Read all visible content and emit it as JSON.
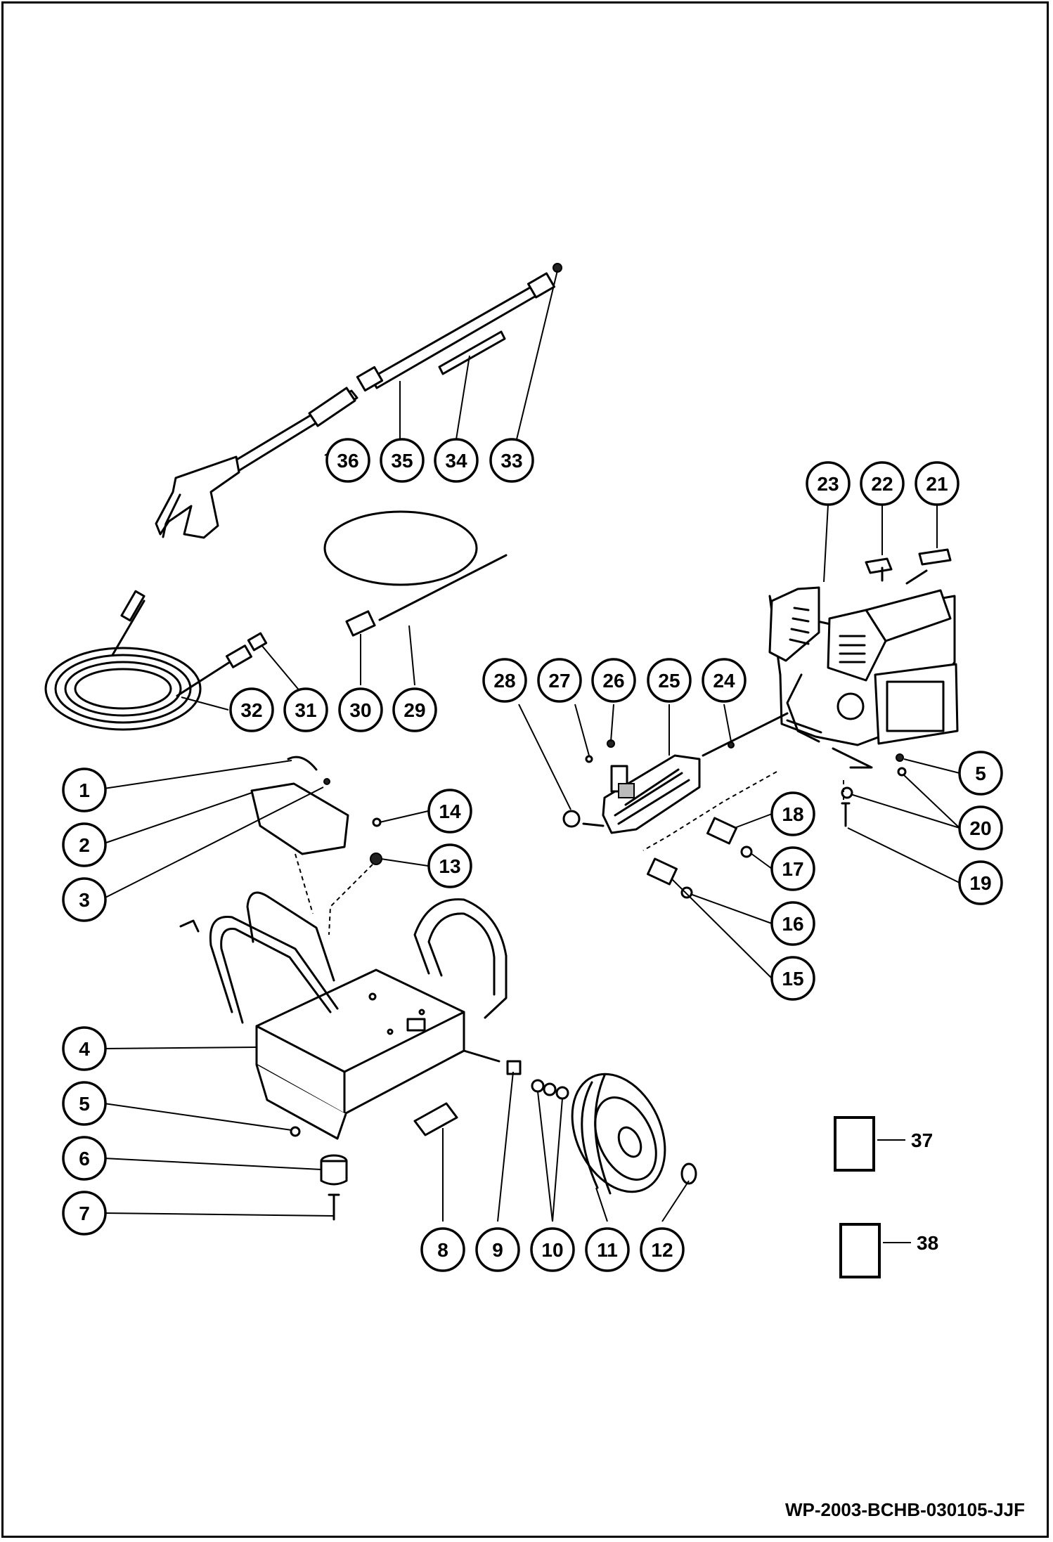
{
  "document": {
    "drawing_code": "WP-2003-BCHB-030105-JJF"
  },
  "callouts": [
    {
      "id": "c1",
      "label": "1"
    },
    {
      "id": "c2",
      "label": "2"
    },
    {
      "id": "c3",
      "label": "3"
    },
    {
      "id": "c4",
      "label": "4"
    },
    {
      "id": "c5a",
      "label": "5"
    },
    {
      "id": "c5b",
      "label": "5"
    },
    {
      "id": "c6",
      "label": "6"
    },
    {
      "id": "c7",
      "label": "7"
    },
    {
      "id": "c8",
      "label": "8"
    },
    {
      "id": "c9",
      "label": "9"
    },
    {
      "id": "c10",
      "label": "10"
    },
    {
      "id": "c11",
      "label": "11"
    },
    {
      "id": "c12",
      "label": "12"
    },
    {
      "id": "c13",
      "label": "13"
    },
    {
      "id": "c14",
      "label": "14"
    },
    {
      "id": "c15",
      "label": "15"
    },
    {
      "id": "c16",
      "label": "16"
    },
    {
      "id": "c17",
      "label": "17"
    },
    {
      "id": "c18",
      "label": "18"
    },
    {
      "id": "c19",
      "label": "19"
    },
    {
      "id": "c20",
      "label": "20"
    },
    {
      "id": "c21",
      "label": "21"
    },
    {
      "id": "c22",
      "label": "22"
    },
    {
      "id": "c23",
      "label": "23"
    },
    {
      "id": "c24",
      "label": "24"
    },
    {
      "id": "c25",
      "label": "25"
    },
    {
      "id": "c26",
      "label": "26"
    },
    {
      "id": "c27",
      "label": "27"
    },
    {
      "id": "c28",
      "label": "28"
    },
    {
      "id": "c29",
      "label": "29"
    },
    {
      "id": "c30",
      "label": "30"
    },
    {
      "id": "c31",
      "label": "31"
    },
    {
      "id": "c32",
      "label": "32"
    },
    {
      "id": "c33",
      "label": "33"
    },
    {
      "id": "c34",
      "label": "34"
    },
    {
      "id": "c35",
      "label": "35"
    },
    {
      "id": "c36",
      "label": "36"
    }
  ],
  "box_refs": [
    {
      "id": "b37",
      "label": "37"
    },
    {
      "id": "b38",
      "label": "38"
    }
  ]
}
